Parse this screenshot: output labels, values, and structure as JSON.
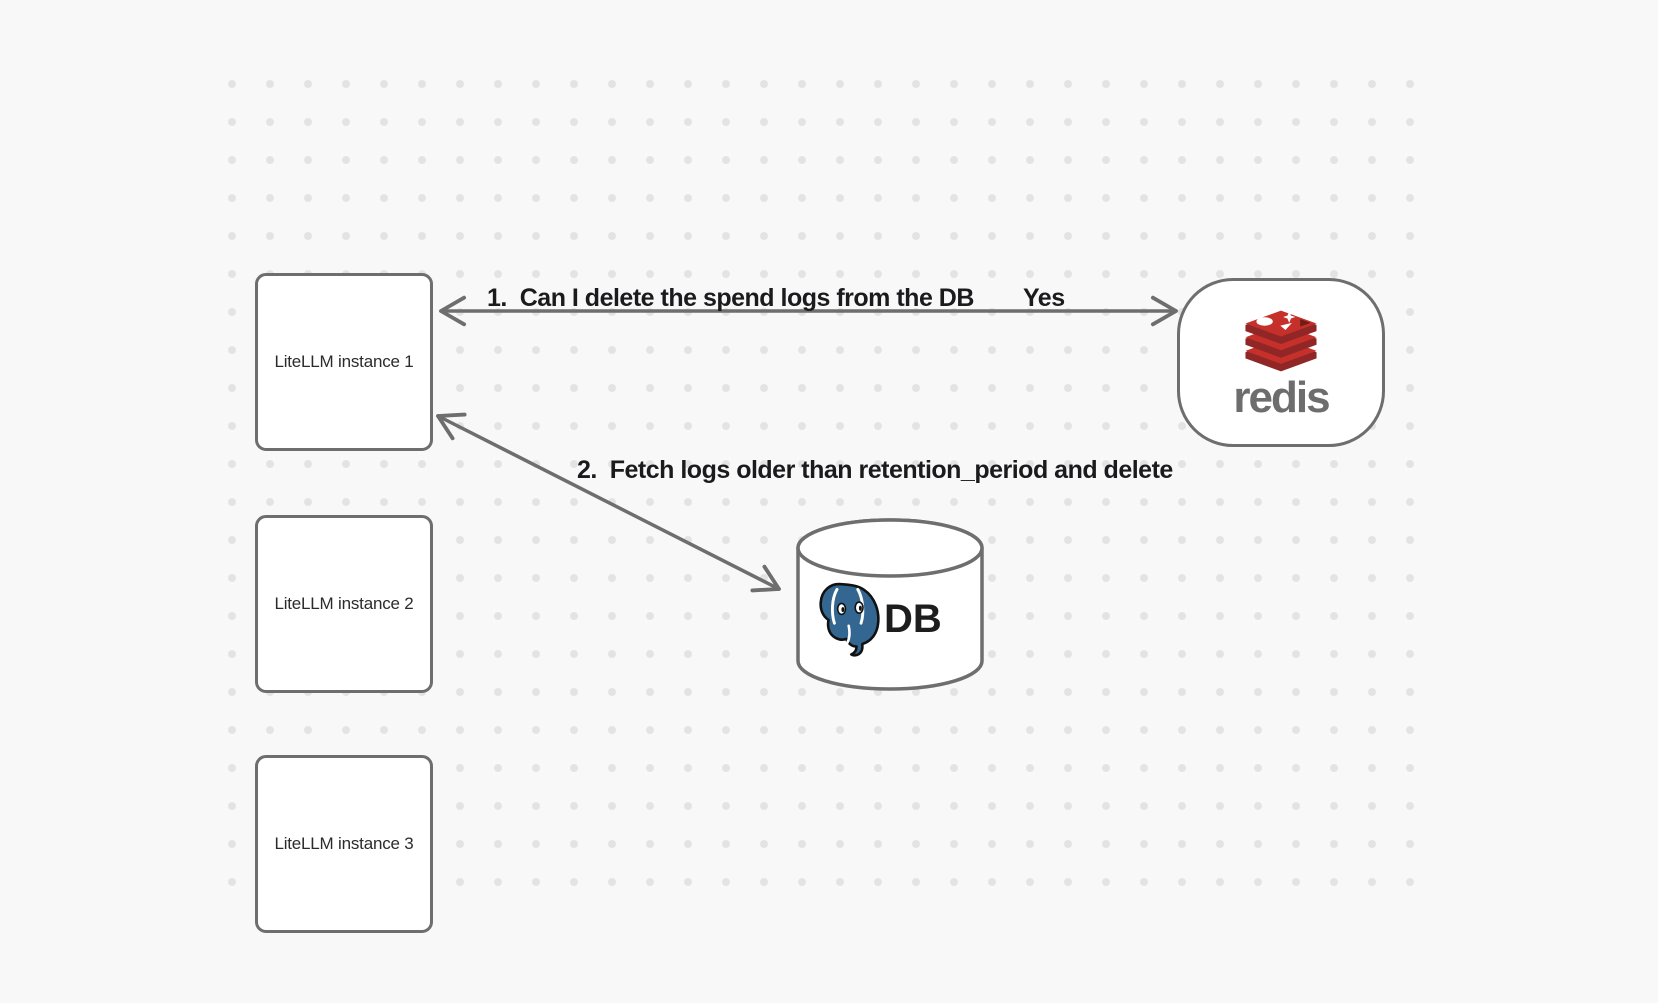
{
  "diagram": {
    "background_color": "#f8f8f8",
    "dot_color": "#e3e3e5",
    "stroke_color": "#6e6e6e"
  },
  "nodes": {
    "litellm_instances": [
      {
        "label": "LiteLLM instance 1"
      },
      {
        "label": "LiteLLM instance 2"
      },
      {
        "label": "LiteLLM instance 3"
      }
    ],
    "redis": {
      "wordmark": "redis",
      "icon": "redis-stack-icon",
      "icon_red": "#c6302b",
      "icon_dark_red": "#912626",
      "wordmark_color": "#6d6d6d"
    },
    "database": {
      "label": "DB",
      "icon": "postgresql-elephant-icon",
      "icon_blue": "#336791"
    }
  },
  "arrows": [
    {
      "id": "redis-to-litellm1",
      "label": "1.  Can I delete the spend logs from the DB",
      "answer": "Yes",
      "heads": "both"
    },
    {
      "id": "litellm1-to-db",
      "label": "2.  Fetch logs older than retention_period and delete",
      "answer": "",
      "heads": "both"
    }
  ]
}
